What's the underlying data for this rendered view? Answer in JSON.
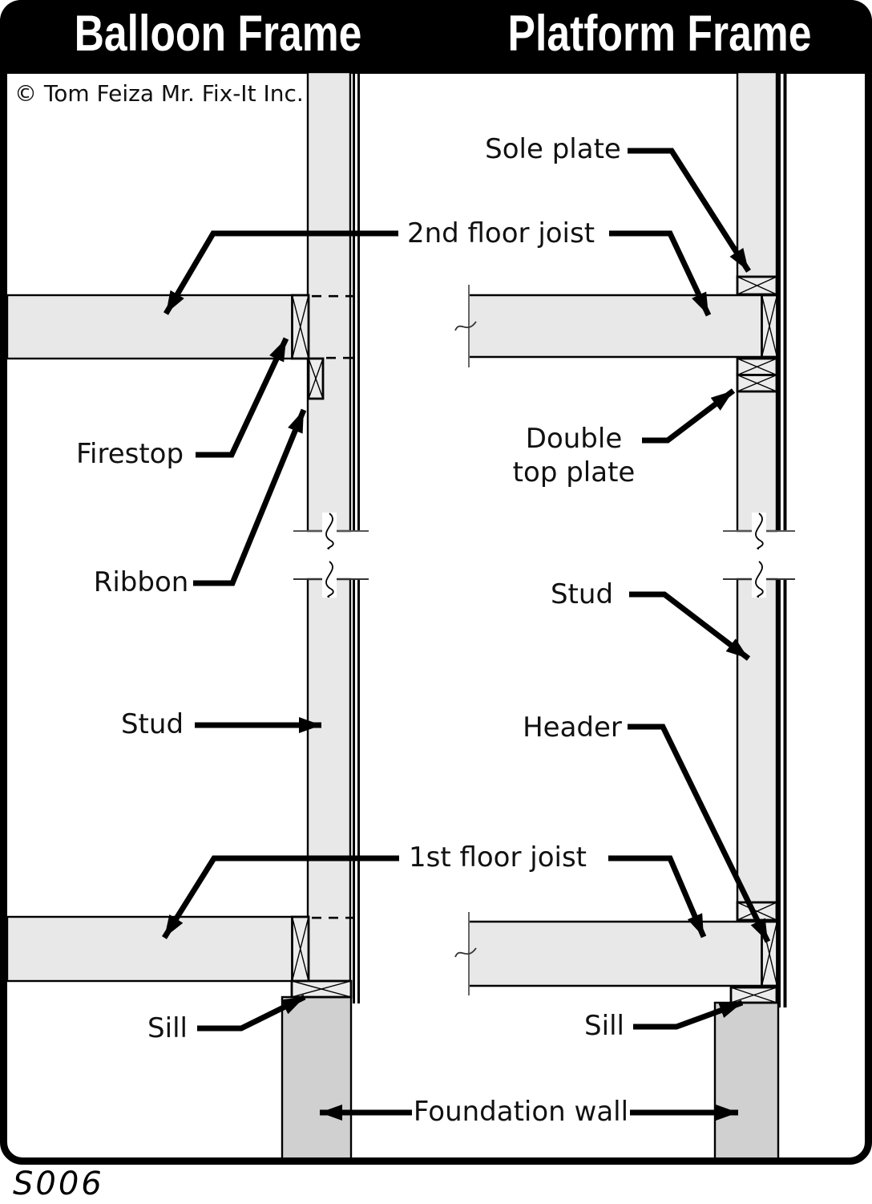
{
  "header": {
    "left_title": "Balloon Frame",
    "right_title": "Platform Frame"
  },
  "copyright": "© Tom Feiza Mr. Fix-It Inc.",
  "drawing_code": "S006",
  "labels": {
    "second_floor_joist": "2nd floor joist",
    "first_floor_joist": "1st floor joist",
    "foundation_wall": "Foundation wall",
    "balloon": {
      "firestop": "Firestop",
      "ribbon": "Ribbon",
      "stud": "Stud",
      "sill": "Sill"
    },
    "platform": {
      "sole_plate": "Sole plate",
      "double_top_plate_line1": "Double",
      "double_top_plate_line2": "top plate",
      "stud": "Stud",
      "header": "Header",
      "sill": "Sill"
    }
  },
  "colors": {
    "wood_fill": "#e8e8e8",
    "block_fill": "#ececec",
    "foundation_fill": "#d0d0d0",
    "line": "#000000",
    "title_bar": "#000000",
    "title_text": "#ffffff"
  }
}
